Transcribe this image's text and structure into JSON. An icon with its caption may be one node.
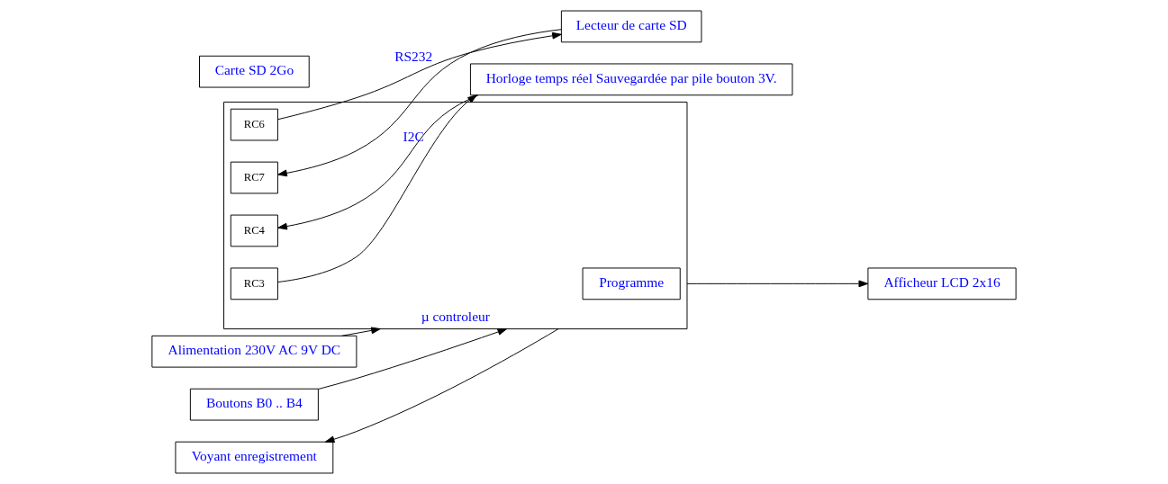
{
  "diagram": {
    "nodes": [
      {
        "text": [
          "Alimentation 230V AC 9V DC"
        ]
      },
      {
        "text": [
          "Boutons B0 .. B4"
        ]
      },
      {
        "text": [
          "Voyant enregistrement"
        ]
      },
      {
        "text": [
          "µ controleur"
        ]
      },
      {
        "text": [
          "RC3"
        ],
        "in": 3
      },
      {
        "text": [
          "RC4"
        ],
        "in": 3
      },
      {
        "text": [
          "RC6"
        ],
        "in": 3
      },
      {
        "text": [
          "RC7"
        ],
        "in": 3
      },
      {
        "text": [
          "Programme"
        ],
        "in": 3
      },
      {
        "text": [
          "Horloge temps réel Sauvegardée par pile bouton 3V."
        ]
      },
      {
        "text": [
          "Lecteur de carte SD"
        ]
      },
      {
        "text": [
          "Carte SD 2Go"
        ]
      },
      {
        "text": [
          "Afficheur LCD 2x16"
        ]
      }
    ],
    "edges": [
      {
        "from": 0,
        "to": 3,
        "arrow": "to"
      },
      {
        "from": 1,
        "to": 3,
        "arrow": "to"
      },
      {
        "from": 3,
        "to": 2,
        "arrow": "to"
      },
      {
        "from": 4,
        "to": 9,
        "arrow": "to",
        "label": "I2C"
      },
      {
        "from": 9,
        "to": 5,
        "arrow": "to"
      },
      {
        "from": 6,
        "to": 10,
        "arrow": "to",
        "label": "RS232"
      },
      {
        "from": 10,
        "to": 7,
        "arrow": "to"
      },
      {
        "from": 3,
        "to": 12,
        "arrow": "to"
      }
    ]
  }
}
